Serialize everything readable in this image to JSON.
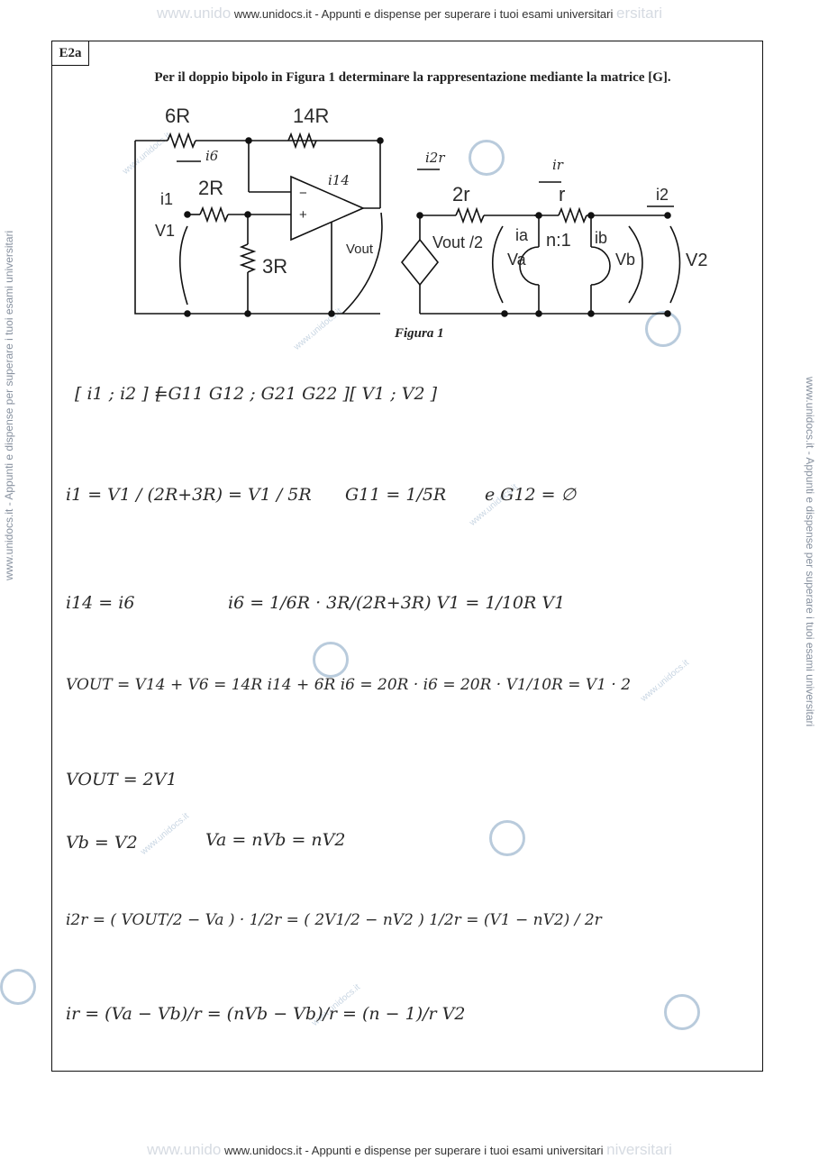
{
  "header": {
    "top_text": "www.unidocs.it - Appunti e dispense per superare i tuoi esami universitari",
    "bottom_text": "www.unidocs.it - Appunti e dispense per superare i tuoi esami universitari",
    "ghost_left": "www.unido",
    "ghost_right": "ersitari",
    "ghost_bottom_right": "niversitari"
  },
  "side_text": "www.unidocs.it - Appunti e dispense per superare i tuoi esami universitari",
  "watermark_label": "www.unidocs.it",
  "exercise": {
    "tag": "E2a",
    "prompt": "Per il doppio bipolo in Figura 1 determinare la rappresentazione mediante la matrice [G].",
    "caption": "Figura 1"
  },
  "circuit": {
    "labels": {
      "r6": "6R",
      "r14": "14R",
      "r2": "2R",
      "r3": "3R",
      "i6": "i6",
      "i14": "i14",
      "i1": "i1",
      "v1": "V1",
      "vout": "Vout",
      "i2r": "i2r",
      "r2r": "2r",
      "ir": "ir",
      "r": "r",
      "i2": "i2",
      "vout2": "Vout /2",
      "ia": "ia",
      "va": "Va",
      "ratio": "n:1",
      "ib": "ib",
      "vb": "Vb",
      "v2": "V2",
      "minus": "−",
      "plus": "+"
    }
  },
  "derivation": {
    "matrix_lhs": "[ i1 ; i2 ]  =",
    "matrix_g": "[ G11  G12 ; G21  G22 ]",
    "matrix_v": "[ V1 ; V2 ]",
    "line1": "i1 =  V1 / (2R+3R)  =  V1 / 5R",
    "line1b": "G11 = 1/5R",
    "line1c": "e     G12 = ∅",
    "line2": "i14 = i6",
    "line2b": "i6 =  1/6R · 3R/(2R+3R) V1  =  1/10R V1",
    "line3": "VOUT = V14 + V6 = 14R i14 + 6R i6 = 20R · i6 = 20R · V1/10R = V1 · 2",
    "line4": "VOUT = 2V1",
    "line5": "Vb = V2",
    "line5b": "Va = nVb = nV2",
    "line6": "i2r = ( VOUT/2 − Va ) · 1/2r = ( 2V1/2 − nV2 ) 1/2r =   (V1 − nV2) / 2r",
    "line7": "ir =  (Va − Vb)/r  =  (nVb − Vb)/r  = (n − 1)/r V2"
  }
}
